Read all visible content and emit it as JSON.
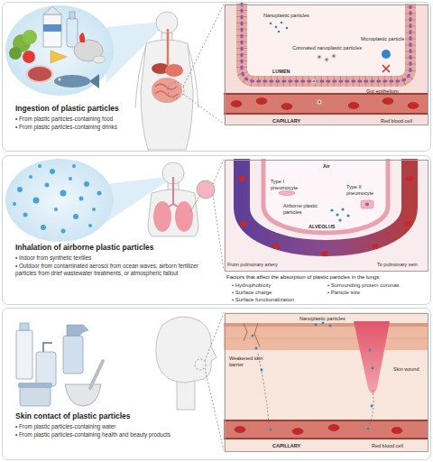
{
  "diagram": {
    "nodes": [
      {
        "text": [
          "Ingestion of plastic particles",
          "• From plastic particles-containing food",
          "• From plastic particles-containing drinks"
        ]
      },
      {
        "text": [
          "Nanoplastic particles",
          "Coronated nanoplastic particles",
          "Microplastic particle",
          "LUMEN",
          "Gut epithelium",
          "Red blood cell",
          "CAPILLARY"
        ],
        "in": 0
      },
      {
        "text": [
          "Inhalation of airborne plastic particles",
          "• Indoor from synthetic textiles",
          "• Outdoor from contaminated aerosol from ocean waves, airborn fertilizer particles from drief wastewater treatments, or atmospheric fallout",
          "Factors that affect the absorption of plastic particles in the lungs:",
          "• Hydrophobicity",
          "• Surface charge",
          "• Surface functionalization",
          "• Surrounding protein coronas",
          "• Particle size"
        ]
      },
      {
        "text": [
          "From pulmonary artery",
          "Air",
          "Type II pneumocyte",
          "Type I pneumocyte",
          "Airborne plastic particles",
          "ALVEOLUS",
          "To pulmonary vein"
        ],
        "in": 2
      },
      {
        "text": [
          "Skin contact of plastic particles",
          "• From plastic particles-containing water",
          "• From plastic particles-containing health and beauty products"
        ]
      },
      {
        "text": [
          "Nanoplastic particles",
          "Weakened skin barrier",
          "Skin wound",
          "Red blood cell",
          "CAPILLARY"
        ],
        "in": 4
      }
    ]
  }
}
